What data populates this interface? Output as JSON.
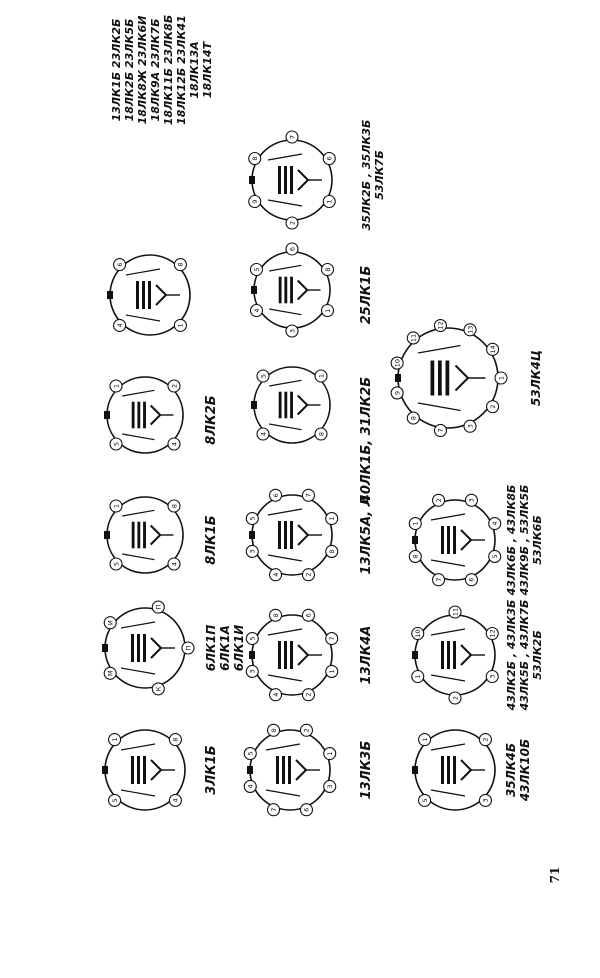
{
  "page": {
    "number": "71"
  },
  "diagrams": [
    {
      "id": "3lk1b",
      "pins": [
        "1",
        "8",
        "4",
        "5"
      ],
      "labels": [
        "3ЛК1Б"
      ]
    },
    {
      "id": "6lk1p",
      "pins": [
        "И",
        "П",
        "П",
        "К",
        "М"
      ],
      "labels": [
        "6ЛК1П",
        "6ЛК1А",
        "6ЛК1И"
      ]
    },
    {
      "id": "8lk1b",
      "pins": [
        "1",
        "8",
        "4",
        "5"
      ],
      "labels": [
        "8ЛК1Б"
      ]
    },
    {
      "id": "8lk2b",
      "pins": [
        "1",
        "2",
        "4",
        "5"
      ],
      "labels": [
        "8ЛК2Б"
      ]
    },
    {
      "id": "group1",
      "pins": [
        "6",
        "8",
        "1",
        "4"
      ],
      "labels": []
    },
    {
      "id": "group2",
      "pins": [
        "8",
        "7",
        "6",
        "1",
        "2",
        "9"
      ],
      "labels": [
        "13ЛК1Б  23ЛК2Б",
        "18ЛК2Б  23ЛК5Б",
        "18ЛК8Ж  23ЛК6И",
        "18ЛК9А  23ЛК7Б",
        "18ЛК11Б  23ЛК8Б",
        "18ЛК12Б  23ЛК41",
        "18ЛК13А",
        "18ЛК14Т"
      ]
    },
    {
      "id": "13lk3b",
      "pins": [
        "5",
        "8",
        "2",
        "1",
        "3",
        "6",
        "7",
        "4"
      ],
      "labels": [
        "13ЛК3Б"
      ]
    },
    {
      "id": "13lk4a",
      "pins": [
        "5",
        "8",
        "6",
        "7",
        "1",
        "2",
        "4",
        "3"
      ],
      "labels": [
        "13ЛК4А"
      ]
    },
    {
      "id": "13lk5a",
      "pins": [
        "5",
        "6",
        "7",
        "1",
        "8",
        "2",
        "4",
        "3"
      ],
      "labels": [
        "13ЛК5А, Л"
      ]
    },
    {
      "id": "40lk1b",
      "pins": [
        "5",
        "1",
        "8",
        "4"
      ],
      "labels": [
        "40ЛК1Б, 31ЛК2Б"
      ]
    },
    {
      "id": "25lk1b",
      "pins": [
        "5",
        "6",
        "8",
        "1",
        "3",
        "4"
      ],
      "labels": [
        "25ЛК1Б"
      ]
    },
    {
      "id": "35lk2b",
      "pins": [
        "9",
        "6",
        "7",
        "1",
        "2",
        "5",
        "4",
        "8"
      ],
      "labels": [
        "35ЛК2Б , 35ЛК3Б",
        "53ЛК7Б"
      ]
    },
    {
      "id": "35lk4b",
      "pins": [
        "1",
        "2",
        "3",
        "5"
      ],
      "labels": [
        "35ЛК4Б",
        "43ЛК10Б"
      ]
    },
    {
      "id": "43lk2b",
      "pins": [
        "10",
        "11",
        "12",
        "3",
        "2",
        "1"
      ],
      "labels": [
        "43ЛК2Б , 43ЛК3Б",
        "43ЛК5Б , 43ЛК7Б",
        "53ЛК2Б"
      ]
    },
    {
      "id": "43lk6b",
      "pins": [
        "1",
        "2",
        "3",
        "4",
        "5",
        "6",
        "7",
        "8"
      ],
      "labels": [
        "43ЛК6Б , 43ЛК8Б",
        "43ЛК9Б , 53ЛК5Б",
        "53ЛК6Б"
      ]
    },
    {
      "id": "53lk4c",
      "pins": [
        "10",
        "11",
        "12",
        "13",
        "14",
        "1",
        "2",
        "3",
        "7",
        "8",
        "9"
      ],
      "labels": [
        "53ЛК4Ц"
      ]
    }
  ]
}
